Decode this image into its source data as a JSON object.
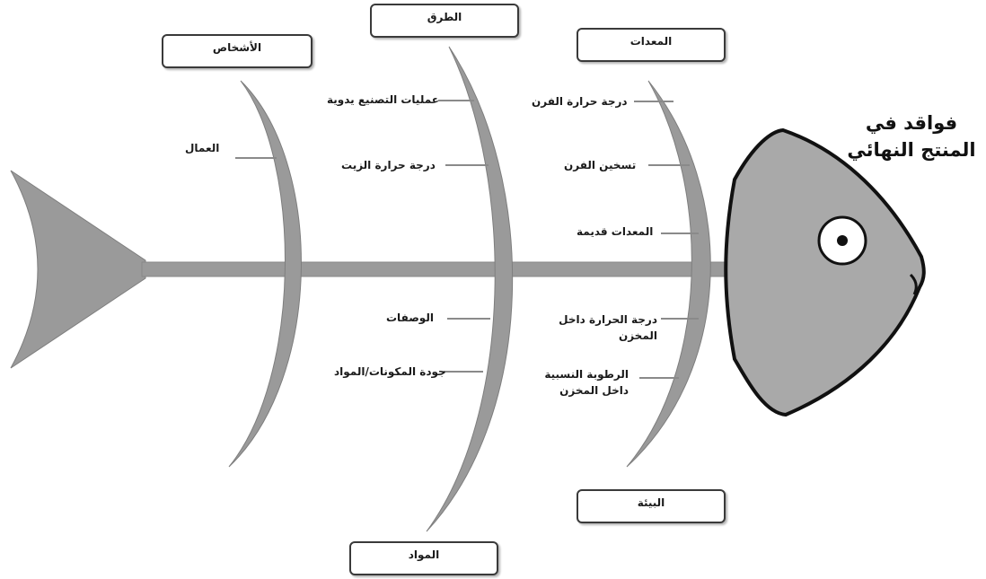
{
  "effect": "فواقد في المنتج النهائي",
  "categories": {
    "people": "الأشخاص",
    "methods": "الطرق",
    "equipment": "المعدات",
    "materials": "المواد",
    "environment": "البيئة"
  },
  "causes": {
    "people": [
      "العمال"
    ],
    "methods": [
      "عمليات التصنيع يدوية",
      "درجة حرارة الزيت"
    ],
    "equipment": [
      "درجة حرارة الفرن",
      "تسخين الفرن",
      "المعدات قديمة"
    ],
    "materials": [
      "الوصفات",
      "جودة المكونات/المواد"
    ],
    "environment": [
      "درجة الحرارة داخل المخزن",
      "الرطوبة النسبية داخل المخزن"
    ]
  },
  "colors": {
    "fish_fill": "#a9a9a9",
    "fish_outline": "#111111",
    "bone": "#9a9a9a",
    "bone_dark": "#8a8a8a"
  }
}
